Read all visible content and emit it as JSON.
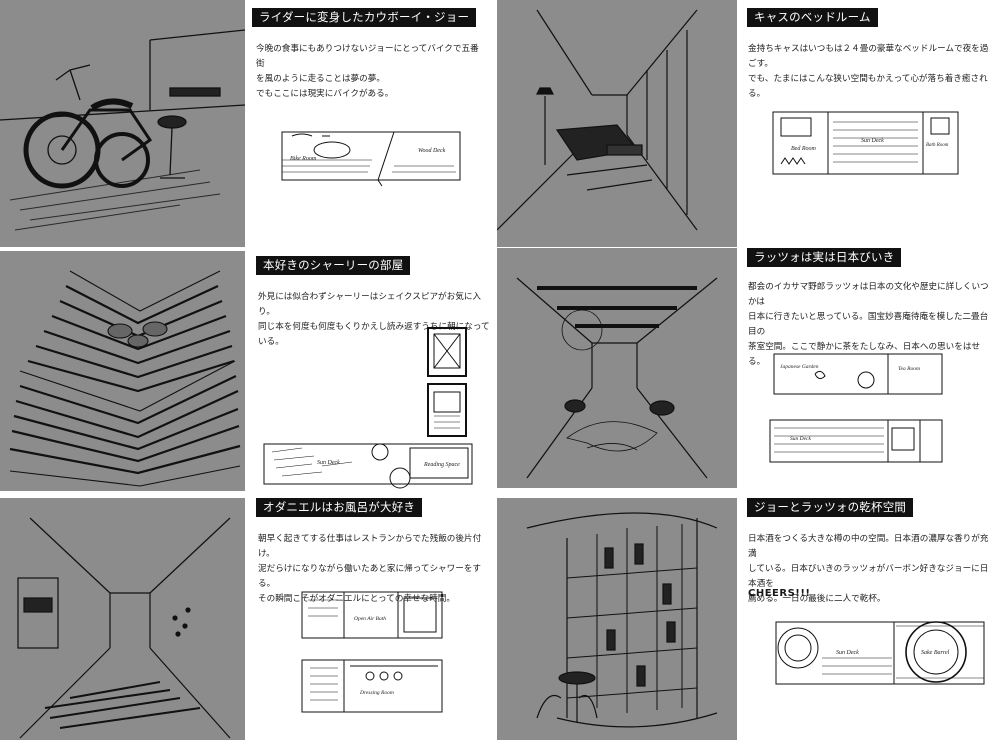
{
  "panels": [
    {
      "title": "ライダーに変身したカウボーイ・ジョー",
      "text": "今晩の食事にもありつけないジョーにとってバイクで五番街\nを風のように走ることは夢の夢。\nでもここには現実にバイクがある。",
      "plan_labels": [
        "Bike Room",
        "Wood Deck"
      ]
    },
    {
      "title": "キャスのベッドルーム",
      "text": "金持ちキャスはいつもは２４畳の豪華なベッドルームで夜を過ごす。\nでも、たまにはこんな狭い空間もかえって心が落ち着き癒される。",
      "plan_labels": [
        "Bed Room",
        "Sun Deck",
        "Bath Room"
      ]
    },
    {
      "title": "本好きのシャーリーの部屋",
      "text": "外見には似合わずシャーリーはシェイクスピアがお気に入り。\n同じ本を何度も何度もくりかえし読み返すうちに朝になっている。",
      "plan_labels": [
        "Sun Deck",
        "Reading Space"
      ]
    },
    {
      "title": "ラッツォは実は日本びいき",
      "text": "都会のイカサマ野郎ラッツォは日本の文化や歴史に詳しくいつかは\n日本に行きたいと思っている。国宝妙喜庵待庵を模した二畳台目の\n茶室空間。ここで静かに茶をたしなみ、日本への思いをはせる。",
      "plan_labels": [
        "Japanese Garden",
        "Tea Room",
        "Sun Deck"
      ]
    },
    {
      "title": "オダニエルはお風呂が大好き",
      "text": "朝早く起きてする仕事はレストランからでた残飯の後片付け。\n泥だらけになりながら働いたあと家に帰ってシャワーをする。\nその瞬間こそがオダニエルにとっての幸せな時間。",
      "plan_labels": [
        "Open Air Bath",
        "Dressing Room"
      ]
    },
    {
      "title": "ジョーとラッツォの乾杯空間",
      "text": "日本酒をつくる大きな樽の中の空間。日本酒の濃厚な香りが充満\nしている。日本びいきのラッツォがバーボン好きなジョーに日本酒を\n薦める。一日の最後に二人で乾杯。",
      "cheers": "CHEERS!!!",
      "plan_labels": [
        "Sun Deck",
        "Sake Barrel"
      ]
    }
  ],
  "colors": {
    "sketch_bg": "#8c8c8c",
    "title_bg": "#111111",
    "ink": "#1a1a1a"
  }
}
